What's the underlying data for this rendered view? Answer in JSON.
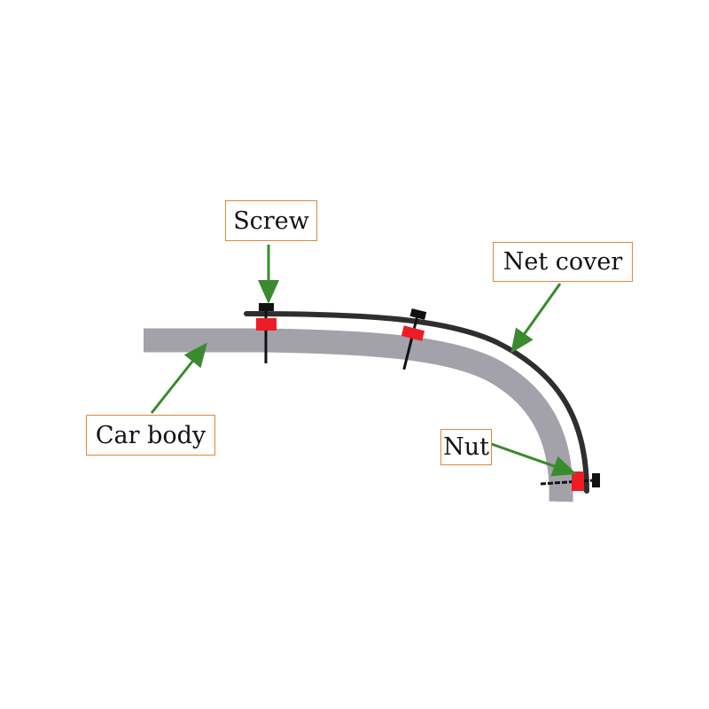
{
  "labels": {
    "screw": "Screw",
    "net_cover": "Net cover",
    "car_body": "Car body",
    "nut": "Nut"
  },
  "colors": {
    "car_body": "#a3a2ab",
    "net_cover": "#2e2e2e",
    "nut_block": "#ee1c24",
    "screw": "#111111",
    "arrow": "#3a8a2e",
    "label_border": "#e0883c"
  }
}
